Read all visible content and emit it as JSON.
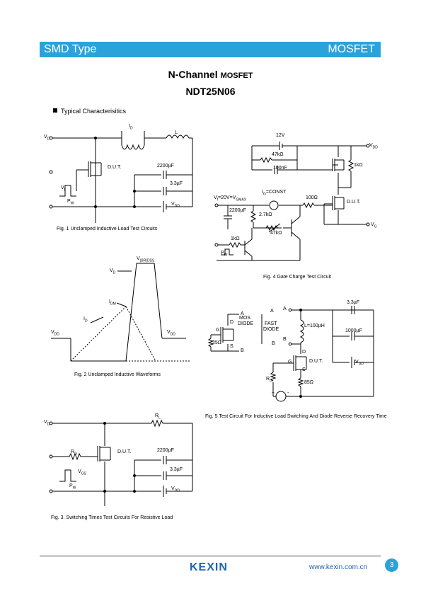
{
  "header": {
    "left": "SMD Type",
    "right": "MOSFET"
  },
  "title": {
    "line1": "N-Channel",
    "line1_small": "MOSFET",
    "line2": "NDT25N06"
  },
  "section": "Typical  Characterisitics",
  "captions": {
    "fig1": "Fig. 1 Unclamped Inductive Load Test Circuits",
    "fig2": "Fig. 2 Unclamped Inductive Waveforms",
    "fig3": "Fig. 3. Switching Times Test Circuits For Resistive Load",
    "fig4": "Fig. 4 Gate Charge Test Circuit",
    "fig5": "Fig. 5 Test Circuit For Inductive Load Switching And Diode Reverse Recovery Time"
  },
  "labels": {
    "dut": "D.U.T.",
    "c2200": "2200µF",
    "c33": "3.3µF",
    "c1000": "1000µF",
    "v12": "12V",
    "r47k": "47kΩ",
    "c100n": "100nF",
    "r1k": "1kΩ",
    "r1k2": "1kΩ",
    "igconst": "IG=CONST",
    "r100": "100Ω",
    "r27k": "2.7kΩ",
    "r47k2": "47kΩ",
    "l100": "L=100µH",
    "r25": "25Ω",
    "r85": "85Ω",
    "fast": "FAST",
    "diode": "DIODE",
    "mos": "MOS",
    "mosdiode": "DIODE",
    "lbl_l": "L",
    "lbl_a": "A",
    "lbl_b": "B",
    "lbl_g": "G",
    "lbl_d": "D",
    "lbl_s": "S",
    "vdd": "V",
    "vsub_dd": "DD",
    "vf": "Vf=20V=VGMAX"
  },
  "footer": {
    "logo": "KEXIN",
    "web": "www.kexin.com.cn",
    "page": "3"
  }
}
